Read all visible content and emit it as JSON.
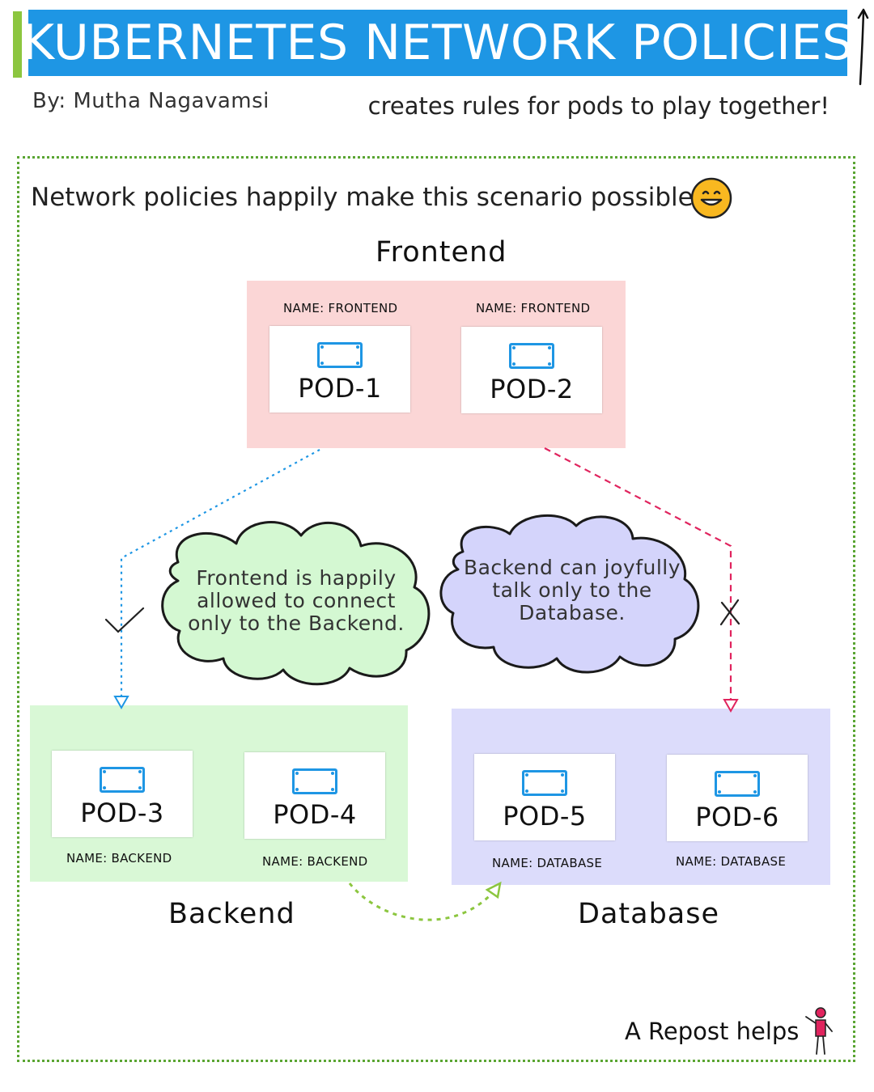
{
  "header": {
    "title": "KUBERNETES NETWORK POLICIES",
    "author": "By: Mutha Nagavamsi",
    "tagline": "creates rules for pods to play together!"
  },
  "intro": "Network policies happily make this scenario possible.",
  "groups": {
    "frontend": {
      "label": "Frontend",
      "pods": [
        {
          "name_tag": "NAME: FRONTEND",
          "label": "POD-1"
        },
        {
          "name_tag": "NAME: FRONTEND",
          "label": "POD-2"
        }
      ]
    },
    "backend": {
      "label": "Backend",
      "pods": [
        {
          "name_tag": "NAME: BACKEND",
          "label": "POD-3"
        },
        {
          "name_tag": "NAME: BACKEND",
          "label": "POD-4"
        }
      ]
    },
    "database": {
      "label": "Database",
      "pods": [
        {
          "name_tag": "NAME: DATABASE",
          "label": "POD-5"
        },
        {
          "name_tag": "NAME: DATABASE",
          "label": "POD-6"
        }
      ]
    }
  },
  "clouds": {
    "left": {
      "line1": "Frontend is happily",
      "line2": "allowed to connect",
      "line3": "only to the Backend."
    },
    "right": {
      "line1": "Backend can joyfully",
      "line2": "talk only to the",
      "line3": "Database."
    }
  },
  "footer": {
    "repost": "A Repost helps"
  },
  "colors": {
    "title_banner": "#1e96e4",
    "accent_bar": "#8cc63f",
    "frame": "#5aa532",
    "frontend_bg": "#fbd6d6",
    "backend_bg": "#d9f8d6",
    "database_bg": "#dcdcfb",
    "allowed_arrow": "#1e96e4",
    "denied_arrow": "#e0245e",
    "backend_db_arrow": "#8cc63f",
    "left_cloud": "#d4f8d2",
    "right_cloud": "#d4d4fb"
  },
  "icons": [
    "pod-icon",
    "smiley-icon",
    "check-icon",
    "cross-icon",
    "stick-figure-icon"
  ]
}
